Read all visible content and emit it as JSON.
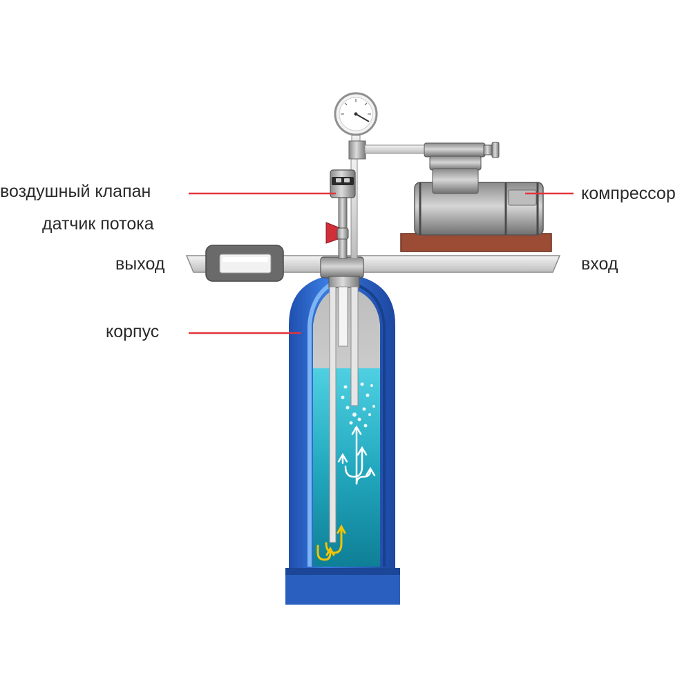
{
  "labels": {
    "air_valve": "воздушный клапан",
    "flow_sensor": "датчик потока",
    "outlet": "выход",
    "housing": "корпус",
    "compressor": "компрессор",
    "inlet": "вход"
  },
  "colors": {
    "leader_line": "#e4323c",
    "housing_blue": "#2a5fbf",
    "water": "#2bb4c8",
    "air_space": "#d9d9d9",
    "compressor_base": "#9c4b35",
    "arrow_yellow": "#f2c400"
  }
}
